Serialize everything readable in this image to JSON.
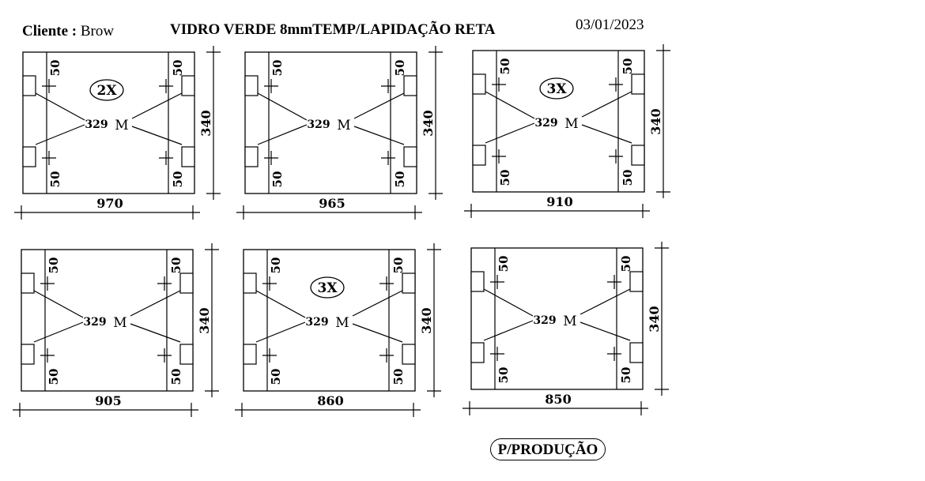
{
  "header": {
    "client_label": "Cliente :",
    "client_name": "Brow",
    "title": "VIDRO VERDE 8mmTEMP/LAPIDAÇÃO RETA",
    "date": "03/01/2023"
  },
  "status_badge": "P/PRODUÇÃO",
  "pieces": [
    {
      "width": "970",
      "height": "340",
      "qty": "2X",
      "offset": "50",
      "center_dim": "329",
      "center_mark": "M"
    },
    {
      "width": "965",
      "height": "340",
      "qty": "",
      "offset": "50",
      "center_dim": "329",
      "center_mark": "M"
    },
    {
      "width": "910",
      "height": "340",
      "qty": "3X",
      "offset": "50",
      "center_dim": "329",
      "center_mark": "M"
    },
    {
      "width": "905",
      "height": "340",
      "qty": "",
      "offset": "50",
      "center_dim": "329",
      "center_mark": "M"
    },
    {
      "width": "860",
      "height": "340",
      "qty": "3X",
      "offset": "50",
      "center_dim": "329",
      "center_mark": "M"
    },
    {
      "width": "850",
      "height": "340",
      "qty": "",
      "offset": "50",
      "center_dim": "329",
      "center_mark": "M"
    }
  ]
}
